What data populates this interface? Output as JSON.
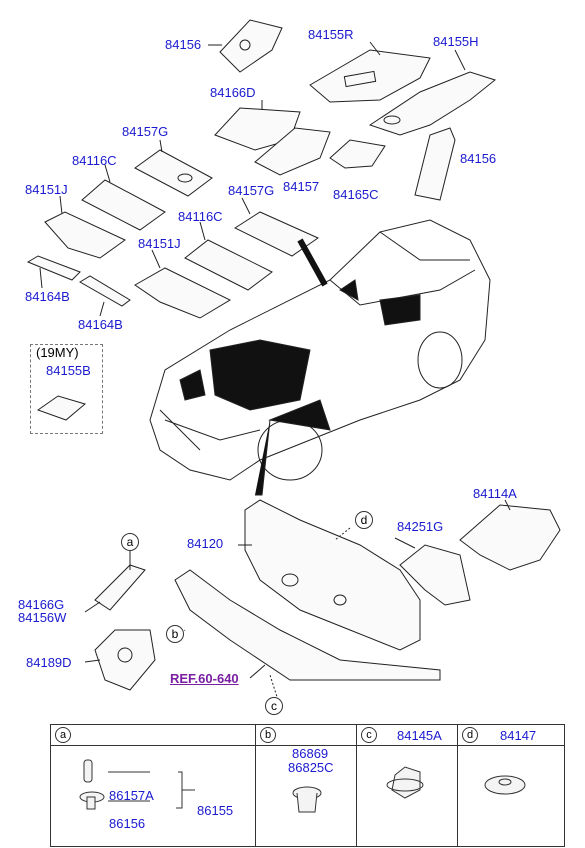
{
  "parts": {
    "p84156_top": "84156",
    "p84155R": "84155R",
    "p84155H": "84155H",
    "p84166D": "84166D",
    "p84157G_1": "84157G",
    "p84116C_1": "84116C",
    "p84157_1": "84157",
    "p84165C": "84165C",
    "p84156_right": "84156",
    "p84151J_1": "84151J",
    "p84157G_2": "84157G",
    "p84116C_2": "84116C",
    "p84151J_2": "84151J",
    "p84164B_1": "84164B",
    "p84164B_2": "84164B",
    "p19MY": "(19MY)",
    "p84155B": "84155B",
    "p84120": "84120",
    "p84251G": "84251G",
    "p84114A": "84114A",
    "p84166G": "84166G",
    "p84156W": "84156W",
    "p84189D": "84189D",
    "ref": "REF.60-640"
  },
  "callouts": {
    "a": "a",
    "b": "b",
    "c": "c",
    "d": "d"
  },
  "legend": {
    "a": {
      "letter": "a",
      "items": [
        "86157A",
        "86156"
      ],
      "group": "86155"
    },
    "b": {
      "letter": "b",
      "items": [
        "86869",
        "86825C"
      ]
    },
    "c": {
      "letter": "c",
      "part": "84145A"
    },
    "d": {
      "letter": "d",
      "part": "84147"
    }
  }
}
